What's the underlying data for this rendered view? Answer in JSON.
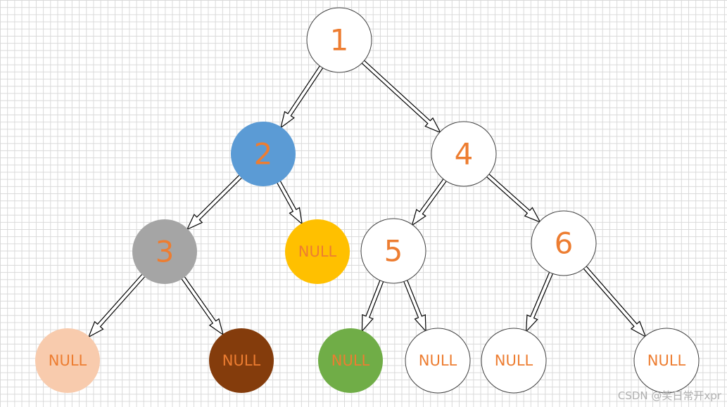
{
  "nodes": [
    {
      "id": "n1",
      "label": "1",
      "fill": "#ffffff",
      "kind": "value"
    },
    {
      "id": "n2",
      "label": "2",
      "fill": "#5b9bd5",
      "kind": "value"
    },
    {
      "id": "n4",
      "label": "4",
      "fill": "#ffffff",
      "kind": "value"
    },
    {
      "id": "n3",
      "label": "3",
      "fill": "#a5a5a5",
      "kind": "value"
    },
    {
      "id": "null-a",
      "label": "NULL",
      "fill": "#ffc000",
      "kind": "null"
    },
    {
      "id": "n5",
      "label": "5",
      "fill": "#ffffff",
      "kind": "value"
    },
    {
      "id": "n6",
      "label": "6",
      "fill": "#ffffff",
      "kind": "value"
    },
    {
      "id": "null-b",
      "label": "NULL",
      "fill": "#f8cbad",
      "kind": "null"
    },
    {
      "id": "null-c",
      "label": "NULL",
      "fill": "#843c0c",
      "kind": "null"
    },
    {
      "id": "null-d",
      "label": "NULL",
      "fill": "#70ad47",
      "kind": "null"
    },
    {
      "id": "null-e",
      "label": "NULL",
      "fill": "#ffffff",
      "kind": "null"
    },
    {
      "id": "null-f",
      "label": "NULL",
      "fill": "#ffffff",
      "kind": "null"
    },
    {
      "id": "null-g",
      "label": "NULL",
      "fill": "#ffffff",
      "kind": "null"
    }
  ],
  "edges": [
    {
      "from": "n1",
      "to": "n2"
    },
    {
      "from": "n1",
      "to": "n4"
    },
    {
      "from": "n2",
      "to": "n3"
    },
    {
      "from": "n2",
      "to": "null-a"
    },
    {
      "from": "n4",
      "to": "n5"
    },
    {
      "from": "n4",
      "to": "n6"
    },
    {
      "from": "n3",
      "to": "null-b"
    },
    {
      "from": "n3",
      "to": "null-c"
    },
    {
      "from": "n5",
      "to": "null-d"
    },
    {
      "from": "n5",
      "to": "null-e"
    },
    {
      "from": "n6",
      "to": "null-f"
    },
    {
      "from": "n6",
      "to": "null-g"
    }
  ],
  "colors": {
    "label_text": "#ed7d31",
    "node_stroke": "#404040",
    "arrow_stroke": "#000000"
  },
  "watermark": "CSDN @笑日常开xpr"
}
